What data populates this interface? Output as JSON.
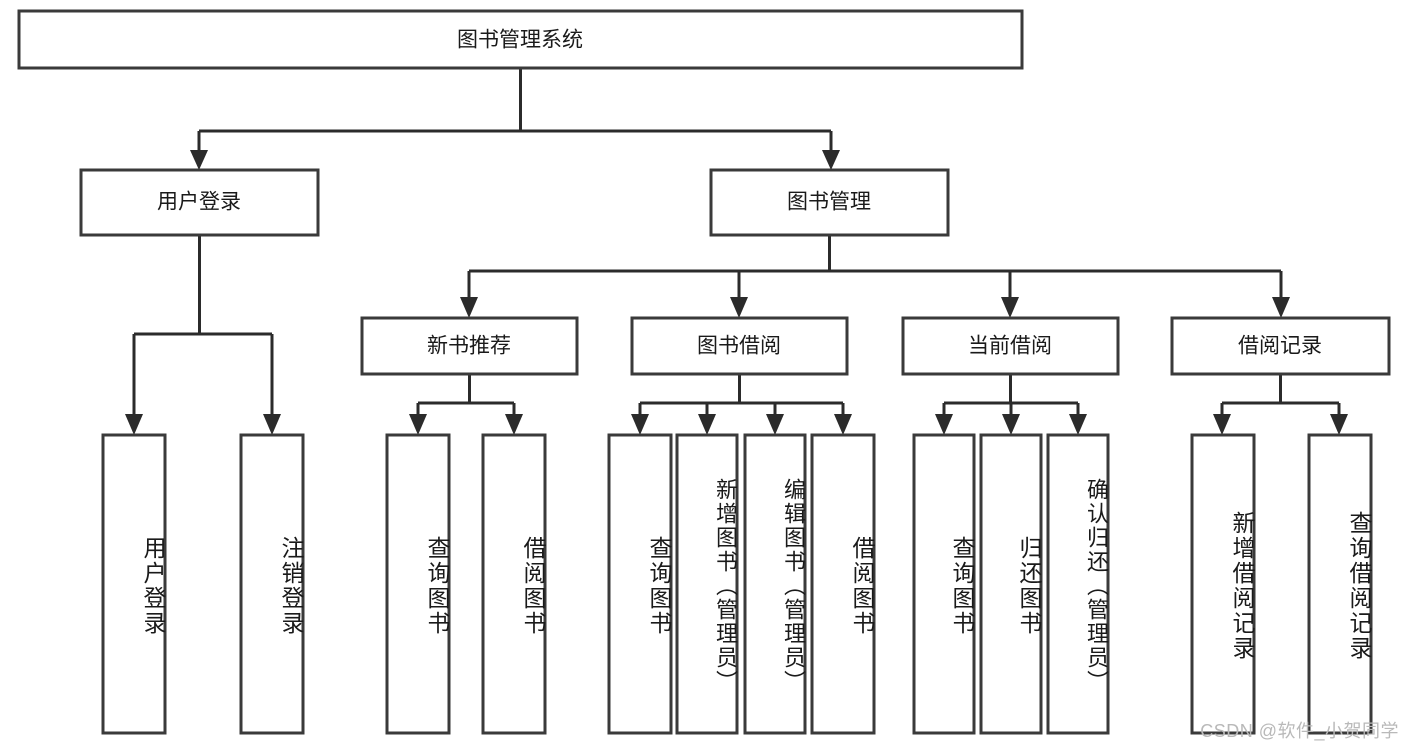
{
  "diagram": {
    "type": "tree-hierarchy",
    "orientation": "top-down",
    "root": {
      "id": "root",
      "label": "图书管理系统"
    },
    "level1": [
      {
        "id": "user-login",
        "label": "用户登录"
      },
      {
        "id": "book-management",
        "label": "图书管理"
      }
    ],
    "level2": [
      {
        "id": "new-book-recommend",
        "label": "新书推荐",
        "parent": "book-management"
      },
      {
        "id": "book-borrow",
        "label": "图书借阅",
        "parent": "book-management"
      },
      {
        "id": "current-borrow",
        "label": "当前借阅",
        "parent": "book-management"
      },
      {
        "id": "borrow-record",
        "label": "借阅记录",
        "parent": "book-management"
      }
    ],
    "leaves": [
      {
        "id": "leaf-user-login",
        "label": "用户登录",
        "parent": "user-login"
      },
      {
        "id": "leaf-logout-login",
        "label": "注销登录",
        "parent": "user-login"
      },
      {
        "id": "leaf-query-book-rec",
        "label": "查询图书",
        "parent": "new-book-recommend"
      },
      {
        "id": "leaf-borrow-book-rec",
        "label": "借阅图书",
        "parent": "new-book-recommend"
      },
      {
        "id": "leaf-query-book-bor",
        "label": "查询图书",
        "parent": "book-borrow"
      },
      {
        "id": "leaf-add-book",
        "label": "新增图书（管理员）",
        "parent": "book-borrow"
      },
      {
        "id": "leaf-edit-book",
        "label": "编辑图书（管理员）",
        "parent": "book-borrow"
      },
      {
        "id": "leaf-borrow-book-bor",
        "label": "借阅图书",
        "parent": "book-borrow"
      },
      {
        "id": "leaf-query-book-cur",
        "label": "查询图书",
        "parent": "current-borrow"
      },
      {
        "id": "leaf-return-book",
        "label": "归还图书",
        "parent": "current-borrow"
      },
      {
        "id": "leaf-confirm-return",
        "label": "确认归还（管理员）",
        "parent": "current-borrow"
      },
      {
        "id": "leaf-add-record",
        "label": "新增借阅记录",
        "parent": "borrow-record"
      },
      {
        "id": "leaf-query-record",
        "label": "查询借阅记录",
        "parent": "borrow-record"
      }
    ],
    "colors": {
      "background": "#ffffff",
      "box_fill": "#ffffff",
      "box_stroke": "#3a3a3a",
      "connector": "#2b2b2b",
      "text": "#1a1a1a",
      "watermark": "#b9b9b9"
    }
  },
  "watermark": {
    "text": "CSDN @软件_小贺同学"
  }
}
